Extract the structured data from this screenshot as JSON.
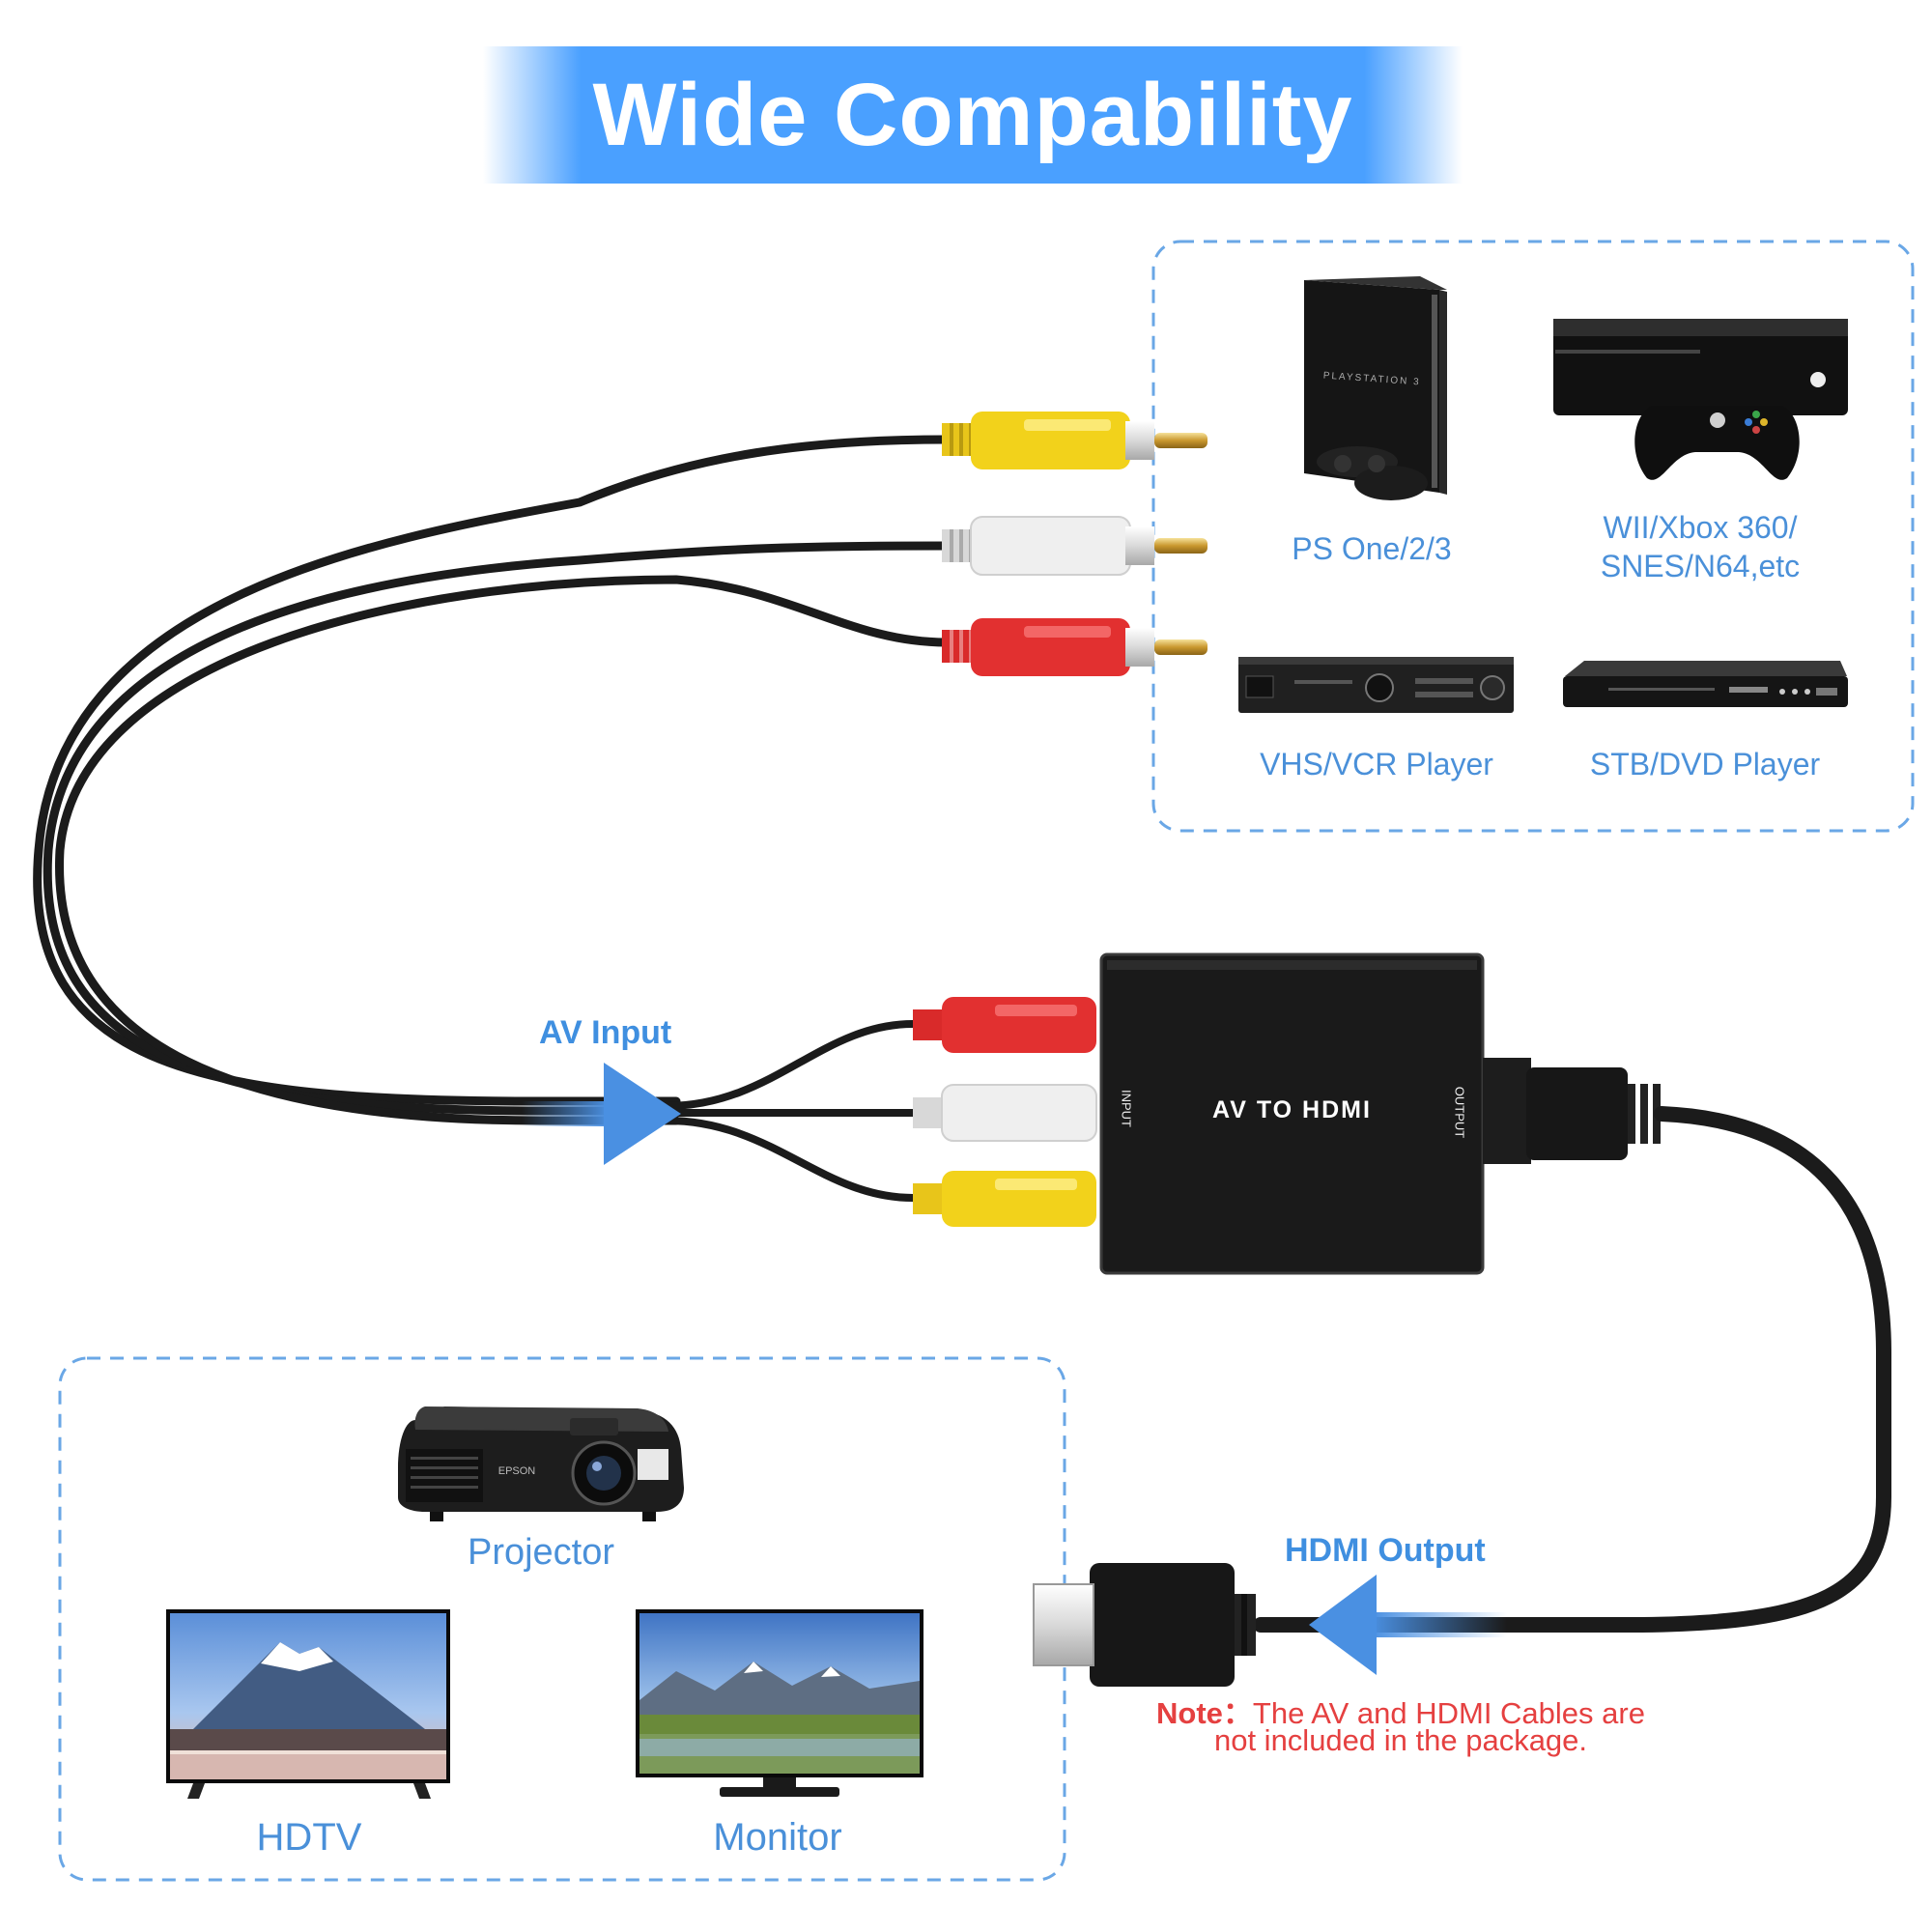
{
  "banner": {
    "title": "Wide Compability"
  },
  "sources": {
    "ps": "PS One/2/3",
    "xbox_line1": "WII/Xbox 360/",
    "xbox_line2": "SNES/N64,etc",
    "vhs": "VHS/VCR Player",
    "stb": "STB/DVD Player"
  },
  "device": {
    "name": "AV TO HDMI",
    "input_port": "INPUT",
    "output_port": "OUTPUT"
  },
  "flow": {
    "av_input": "AV Input",
    "hdmi_output": "HDMI Output"
  },
  "displays": {
    "projector": "Projector",
    "hdtv": "HDTV",
    "monitor": "Monitor",
    "projector_brand": "EPSON"
  },
  "console_brand": "PLAYSTATION 3",
  "note": {
    "prefix": "Note：",
    "line1": "The AV and HDMI Cables are",
    "line2": "not included in the package."
  },
  "colors": {
    "accent": "#4a90d9",
    "banner": "#4aa0ff",
    "note": "#e54040",
    "rca_yellow": "#f2d21b",
    "rca_white": "#eeeeee",
    "rca_red": "#e23030"
  }
}
